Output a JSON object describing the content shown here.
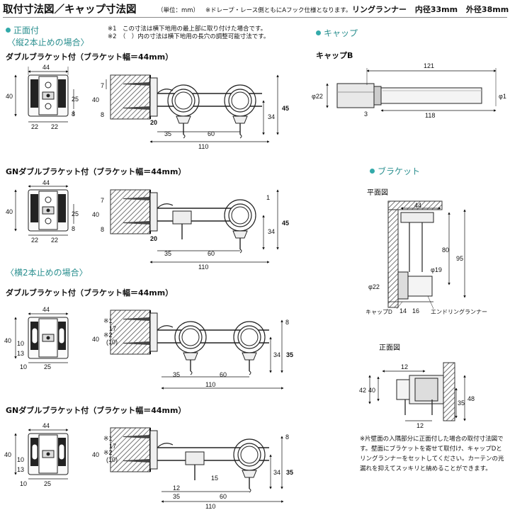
{
  "header": {
    "title": "取付寸法図／キャップ寸法図",
    "unit": "（単位：mm）",
    "note": "※ドレープ・レース側ともにAフック仕様となります。",
    "ring_label": "リングランナー",
    "inner": "内径33mm",
    "outer": "外径38mm"
  },
  "front": {
    "heading": "正面付",
    "vertical_heading": "〈縦2本止めの場合〉",
    "horizontal_heading": "〈横2本止めの場合〉",
    "note1": "※1　この寸法は横下地用の最上部に取り付けた場合です。",
    "note2": "※2　（　）内の寸法は横下地用の長穴の調整可能寸法です。",
    "double": "ダブルブラケット付（ブラケット幅＝44mm）",
    "gn_double": "GNダブルブラケット付（ブラケット幅＝44mm）"
  },
  "cap": {
    "heading": "キャップ",
    "name": "キャップB"
  },
  "bracket": {
    "heading": "ブラケット",
    "plan": "平面図",
    "front_view": "正面図",
    "cap_d": "キャップD",
    "end_runner": "エンドリングランナー",
    "note": "※片壁面の入隅部分に正面付した場合の取付寸法図です。壁面にブラケットを寄せて取付け、キャップDとリングランナーをセットしてください。カーテンの光漏れを抑えてスッキリと納めることができます。"
  },
  "dims": {
    "d44": "44",
    "d40": "40",
    "d25": "25",
    "d8": "8",
    "d22": "22",
    "d7": "7",
    "d20": "20",
    "d35": "35",
    "d60": "60",
    "d110": "110",
    "d34": "34",
    "d45": "45",
    "d1": "1",
    "d10": "10",
    "d13": "13",
    "d17": "17",
    "d10p": "(10)",
    "m1": "※1",
    "m2": "※2",
    "d15": "15",
    "d12": "12",
    "d121": "121",
    "d118": "118",
    "d3": "3",
    "phi22": "φ22",
    "phi19": "φ19",
    "phi1": "φ1",
    "d80": "80",
    "d95": "95",
    "d14": "14",
    "d16": "16",
    "d42": "42",
    "d48": "48"
  },
  "colors": {
    "hatch": "#555555",
    "accent": "#2a8f8f",
    "metal": "#e8e8e8"
  }
}
